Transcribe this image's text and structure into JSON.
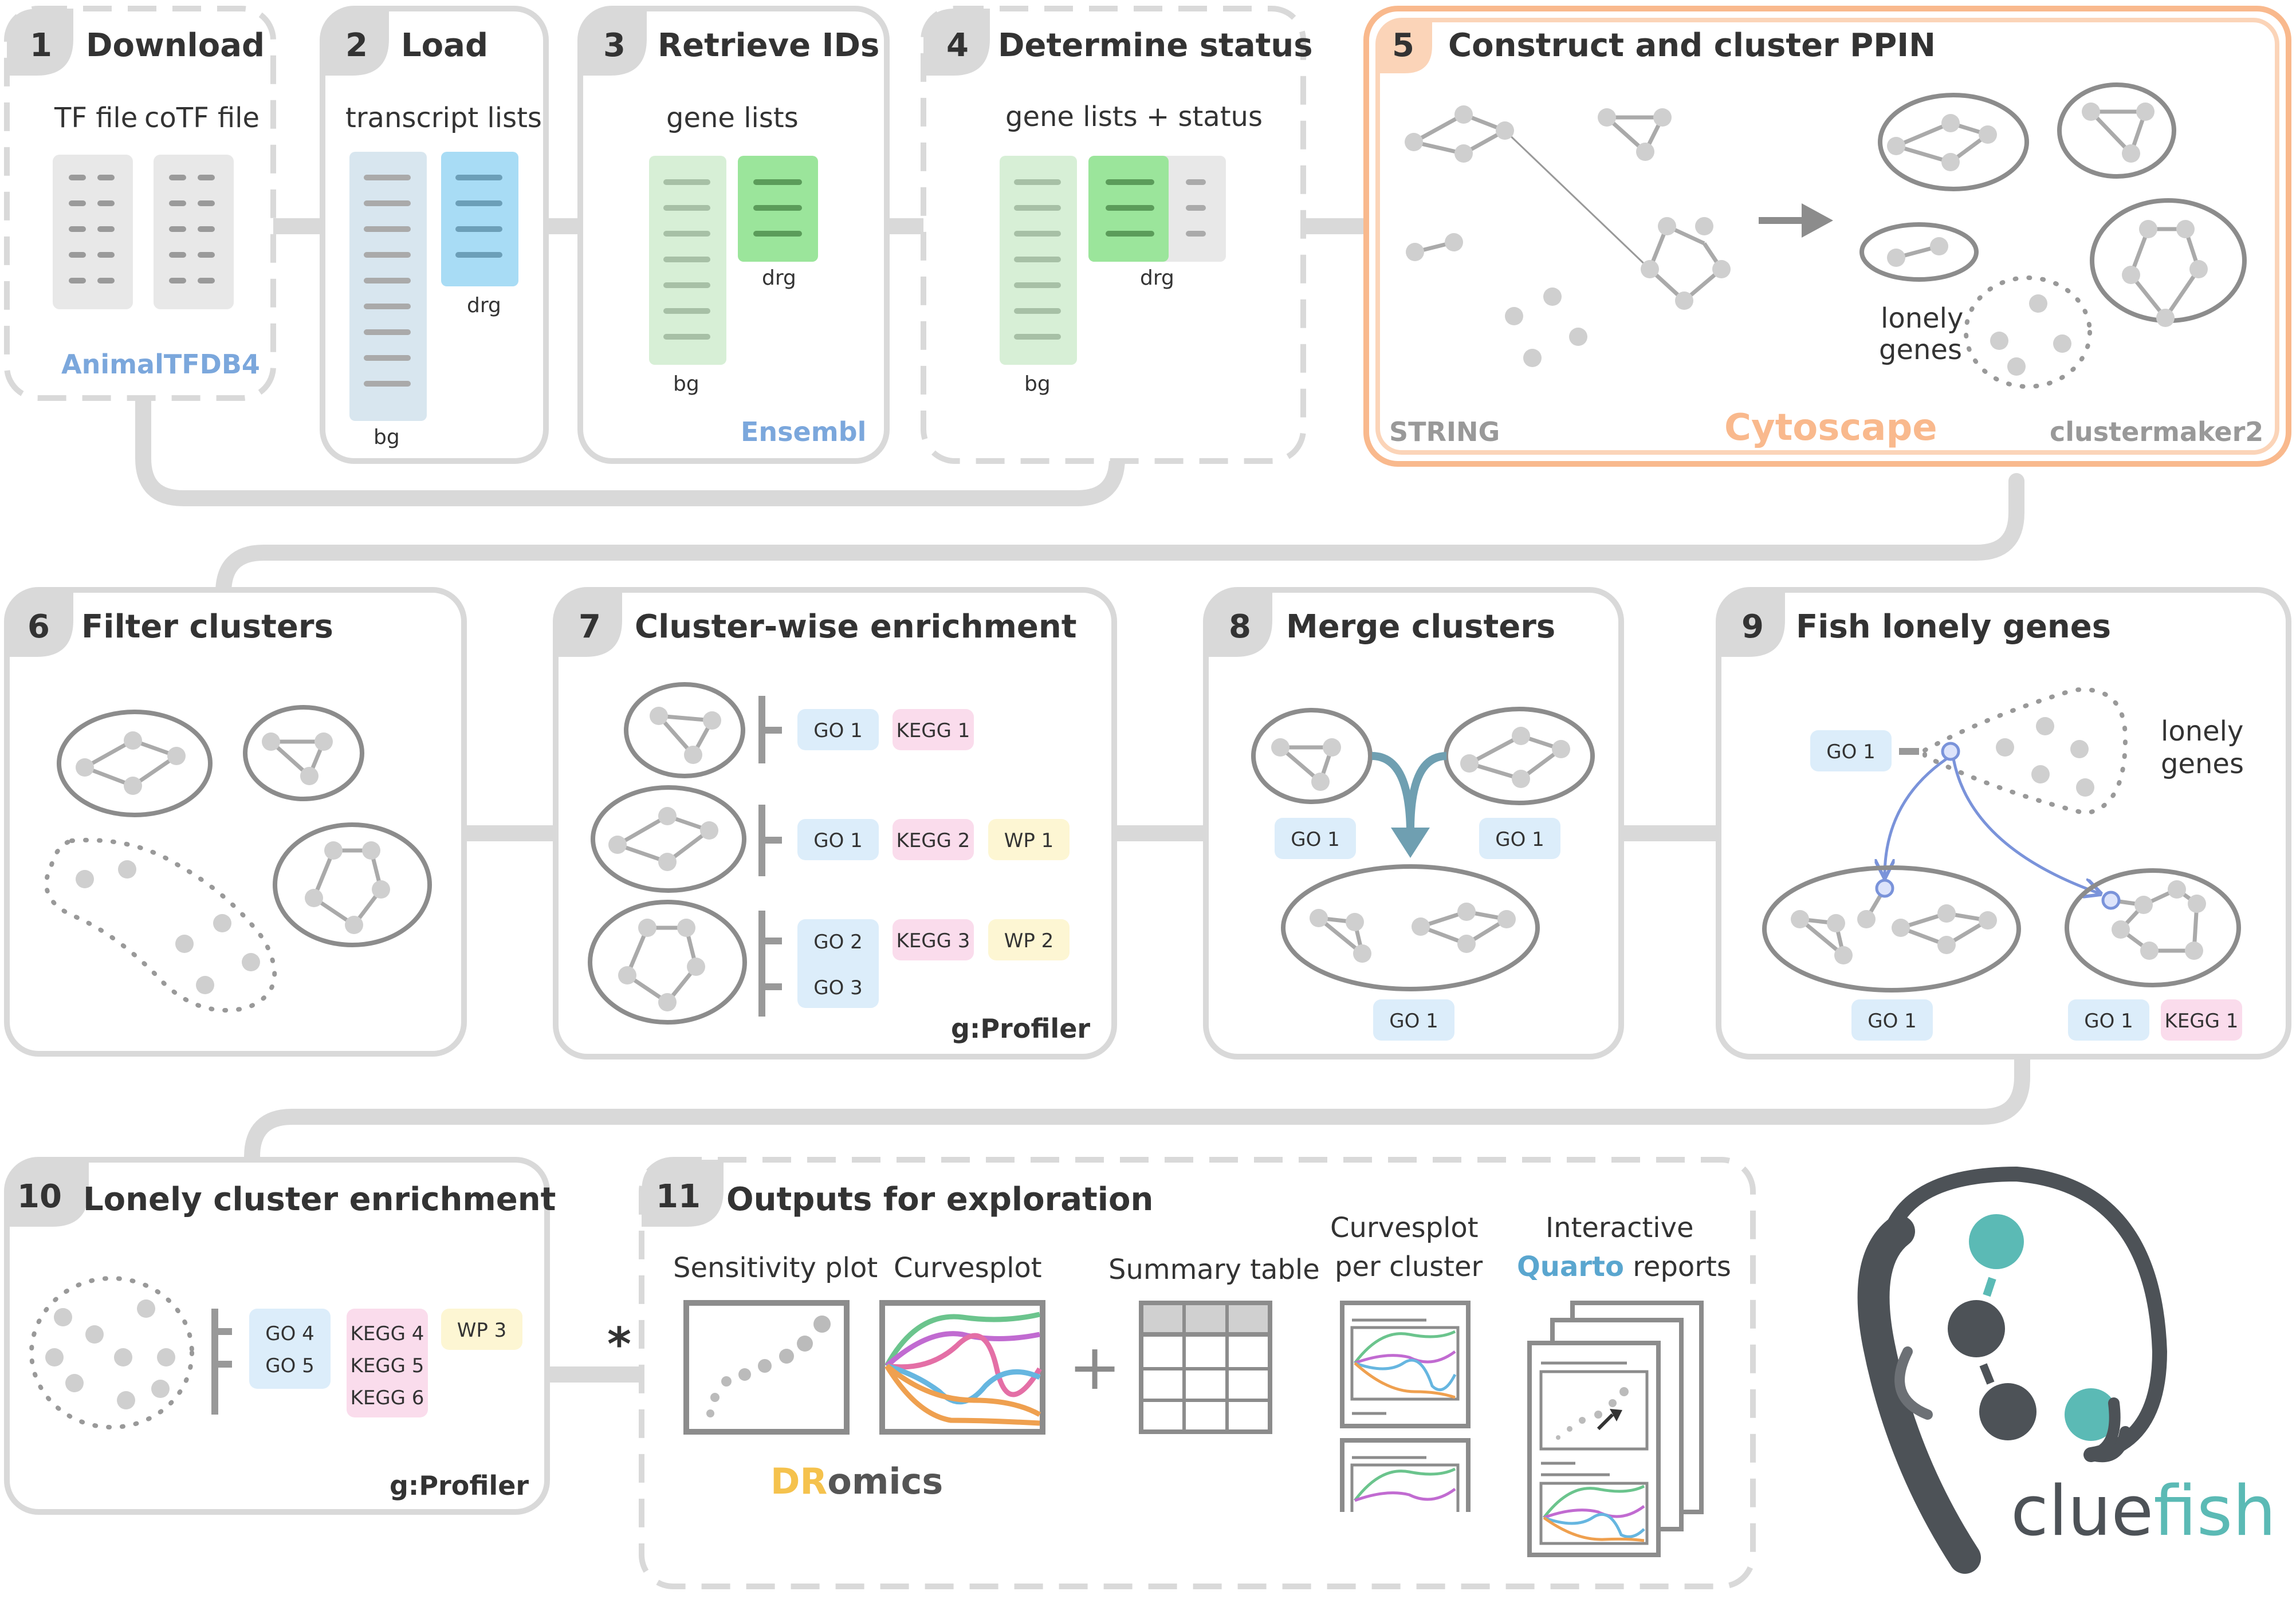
{
  "steps": [
    {
      "num": "1",
      "title": "Download"
    },
    {
      "num": "2",
      "title": "Load"
    },
    {
      "num": "3",
      "title": "Retrieve IDs"
    },
    {
      "num": "4",
      "title": "Determine status"
    },
    {
      "num": "5",
      "title": "Construct and cluster PPIN"
    },
    {
      "num": "6",
      "title": "Filter clusters"
    },
    {
      "num": "7",
      "title": "Cluster-wise enrichment"
    },
    {
      "num": "8",
      "title": "Merge clusters"
    },
    {
      "num": "9",
      "title": "Fish lonely genes"
    },
    {
      "num": "10",
      "title": "Lonely cluster enrichment"
    },
    {
      "num": "11",
      "title": "Outputs for exploration"
    }
  ],
  "step1": {
    "tf_file": "TF file",
    "cotf_file": "coTF file",
    "tool": "AnimalTFDB4"
  },
  "step2": {
    "subtitle": "transcript lists",
    "drg": "drg",
    "bg": "bg"
  },
  "step3": {
    "subtitle": "gene lists",
    "drg": "drg",
    "bg": "bg",
    "tool": "Ensembl"
  },
  "step4": {
    "subtitle": "gene lists + status",
    "drg": "drg",
    "bg": "bg"
  },
  "step5": {
    "lonely_line1": "lonely",
    "lonely_line2": "genes",
    "tool_left": "STRING",
    "tool_center": "Cytoscape",
    "tool_right": "clustermaker2"
  },
  "step7": {
    "rows": [
      {
        "tags": [
          "GO 1",
          "KEGG 1"
        ]
      },
      {
        "tags": [
          "GO 1",
          "KEGG 2",
          "WP 1"
        ]
      },
      {
        "tags": [
          "GO 2",
          "GO 3",
          "KEGG 3",
          "WP 2"
        ]
      }
    ],
    "tool": "g:Profiler"
  },
  "step8": {
    "tag_left": "GO 1",
    "tag_right": "GO 1",
    "tag_merged": "GO 1"
  },
  "step9": {
    "tag_go": "GO 1",
    "lonely_line1": "lonely",
    "lonely_line2": "genes",
    "tag_left": "GO 1",
    "tag_right_go": "GO 1",
    "tag_right_kegg": "KEGG 1"
  },
  "step10": {
    "go_a": "GO 4",
    "go_b": "GO 5",
    "kegg_a": "KEGG 4",
    "kegg_b": "KEGG 5",
    "kegg_c": "KEGG 6",
    "wp": "WP 3",
    "tool": "g:Profiler"
  },
  "step11": {
    "sensitivity": "Sensitivity plot",
    "curvesplot": "Curvesplot",
    "summary": "Summary table",
    "per_cluster_1": "Curvesplot",
    "per_cluster_2": "per cluster",
    "interactive": "Interactive",
    "quarto": "Quarto",
    "reports": " reports",
    "plus": "+",
    "asterisk": "*",
    "dromics_a": "DR",
    "dromics_b": "omics"
  },
  "logo": {
    "clue": "clue",
    "fish": "fish"
  },
  "colors": {
    "blue_tag": "#dcedfa",
    "pink_tag": "#fadcec",
    "yellow_tag": "#fdf6d3",
    "drg_blue": "#a8dcf5",
    "drg_green": "#9be59b",
    "bg_blue": "#d8e6ef",
    "bg_green": "#d7efd6",
    "cytoscape": "#f9b98d",
    "tool_blue": "#7ba7dc",
    "teal": "#5bbab5",
    "dark": "#4d5257",
    "arrow_blue": "#7a93da"
  }
}
